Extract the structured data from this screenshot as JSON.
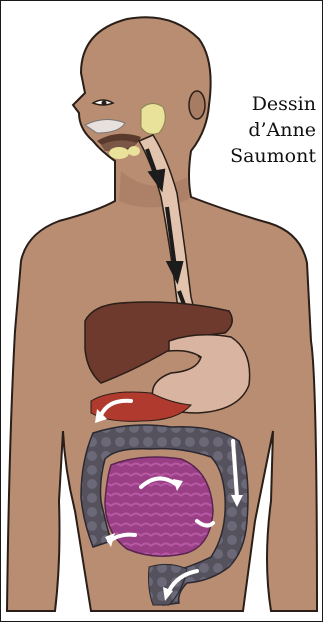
{
  "credit": {
    "line1": "Dessin",
    "line2": "d’Anne",
    "line3": "Saumont"
  },
  "colors": {
    "skin": "#b98d72",
    "skin_shade": "#a77c63",
    "outline": "#2a1e18",
    "liver": "#6e3a2e",
    "stomach": "#d9b4a0",
    "spleen": "#b03a2e",
    "large_intestine": "#55525e",
    "small_intestine": "#9a3f86",
    "gland": "#e9e29a",
    "esophagus": "#e2c4ae",
    "arrow": "#1c1c1c",
    "flow_arrow": "#ffffff"
  },
  "icons": [
    "esophagus-arrow-icon",
    "intestine-flow-arrow-icon"
  ]
}
